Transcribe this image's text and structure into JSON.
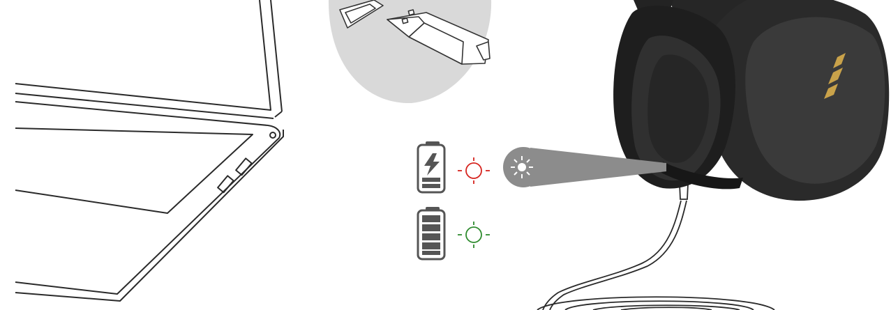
{
  "figure": {
    "subject": "charging-headphones-via-usb",
    "components": [
      "laptop-icon",
      "usb-connector-icon",
      "headphones-icon",
      "usb-cable-icon",
      "battery-charging-icon",
      "battery-full-icon",
      "led-indicator-icon"
    ]
  },
  "indicators": {
    "charging": {
      "state": "charging",
      "color": "#d6231e"
    },
    "full": {
      "state": "fully-charged",
      "color": "#2e8b2e"
    }
  },
  "brand_logo": {
    "color": "#c9a24a"
  }
}
